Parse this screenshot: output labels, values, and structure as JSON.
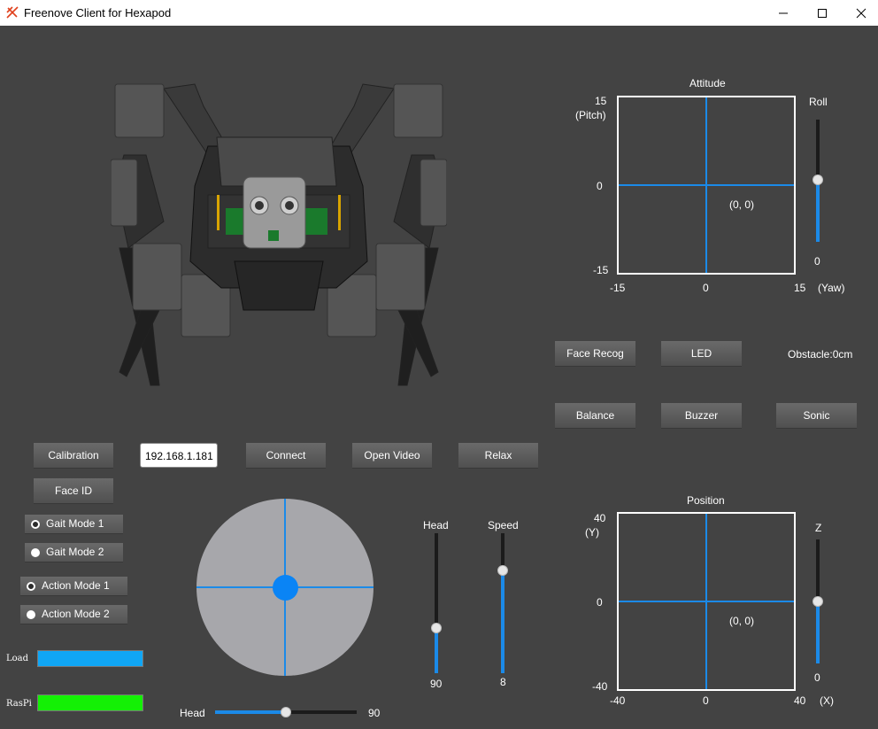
{
  "window": {
    "title": "Freenove Client for Hexapod"
  },
  "attitude": {
    "title": "Attitude",
    "y_max": "15",
    "y_axis_name": "(Pitch)",
    "y_zero": "0",
    "y_min": "-15",
    "x_min": "-15",
    "x_zero": "0",
    "x_max": "15",
    "x_axis_name": "(Yaw)",
    "readout": "(0, 0)",
    "roll_label": "Roll",
    "roll_value": "0"
  },
  "position": {
    "title": "Position",
    "y_max": "40",
    "y_axis_name": "(Y)",
    "y_zero": "0",
    "y_min": "-40",
    "x_min": "-40",
    "x_zero": "0",
    "x_max": "40",
    "x_axis_name": "(X)",
    "readout": "(0, 0)",
    "z_label": "Z",
    "z_value": "0"
  },
  "buttons": {
    "face_recog": "Face Recog",
    "led": "LED",
    "balance": "Balance",
    "buzzer": "Buzzer",
    "sonic": "Sonic",
    "calibration": "Calibration",
    "connect": "Connect",
    "open_video": "Open Video",
    "relax": "Relax",
    "face_id": "Face ID"
  },
  "obstacle": "Obstacle:0cm",
  "ip_address": "192.168.1.181",
  "modes": {
    "gait1": "Gait Mode 1",
    "gait2": "Gait Mode 2",
    "action1": "Action Mode 1",
    "action2": "Action Mode 2"
  },
  "sliders": {
    "head_v_label": "Head",
    "head_v_value": "90",
    "speed_label": "Speed",
    "speed_value": "8",
    "head_h_label": "Head",
    "head_h_value": "90"
  },
  "status": {
    "load_label": "Load",
    "raspi_label": "RasPi"
  },
  "colors": {
    "accent": "#1b8ae8",
    "load": "#10a6f5",
    "raspi": "#14f005"
  }
}
